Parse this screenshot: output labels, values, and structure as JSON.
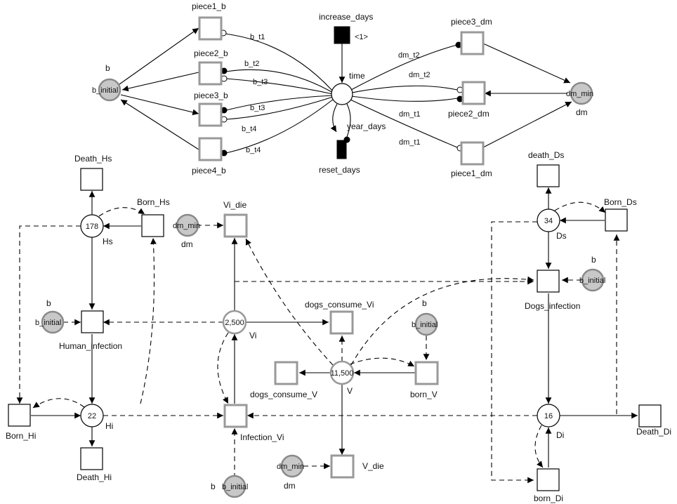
{
  "diagram": {
    "places": {
      "time": "time",
      "year_days": "year_days",
      "b": "b",
      "b_initial": "b_initial",
      "dm": "dm",
      "dm_min": "dm_min",
      "Hs": "Hs",
      "Hs_tokens": "178",
      "Hi": "Hi",
      "Hi_tokens": "22",
      "Vi": "Vi",
      "Vi_tokens": "2,500",
      "V": "V",
      "V_tokens": "11,500",
      "Ds": "Ds",
      "Ds_tokens": "34",
      "Di": "Di",
      "Di_tokens": "16"
    },
    "transitions": {
      "increase_days": "increase_days",
      "increase_days_priority": "<1>",
      "reset_days": "reset_days",
      "piece1_b": "piece1_b",
      "piece2_b": "piece2_b",
      "piece3_b": "piece3_b",
      "piece4_b": "piece4_b",
      "piece1_dm": "piece1_dm",
      "piece2_dm": "piece2_dm",
      "piece3_dm": "piece3_dm",
      "Death_Hs": "Death_Hs",
      "Born_Hs": "Born_Hs",
      "Human_infection": "Human_infection",
      "Born_Hi": "Born_Hi",
      "Death_Hi": "Death_Hi",
      "Vi_die": "Vi_die",
      "Infection_Vi": "Infection_Vi",
      "dogs_consume_Vi": "dogs_consume_Vi",
      "dogs_consume_V": "dogs_consume_V",
      "born_V": "born_V",
      "V_die": "V_die",
      "death_Ds": "death_Ds",
      "Born_Ds": "Born_Ds",
      "Dogs_infection": "Dogs_infection",
      "Death_Di": "Death_Di",
      "born_Di": "born_Di"
    },
    "arc_labels": {
      "b_t1": "b_t1",
      "b_t2": "b_t2",
      "b_t3": "b_t3",
      "b_t4": "b_t4",
      "b_t3b": "b_t3",
      "b_t4b": "b_t4",
      "dm_t2": "dm_t2",
      "dm_t2b": "dm_t2",
      "dm_t1": "dm_t1",
      "dm_t1b": "dm_t1"
    }
  }
}
